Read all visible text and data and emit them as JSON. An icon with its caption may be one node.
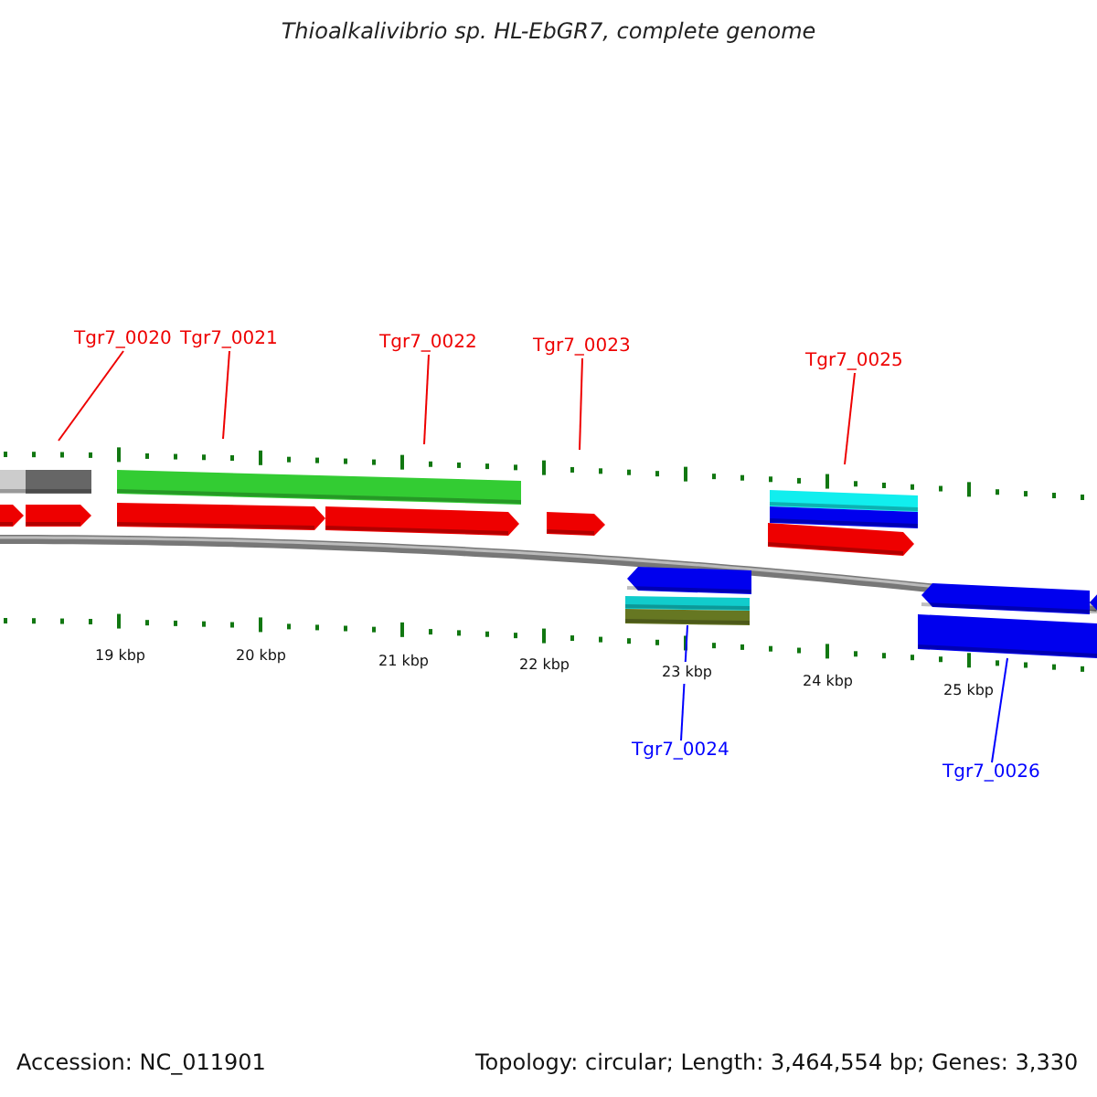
{
  "diagram": {
    "title": "Thioalkalivibrio sp. HL-EbGR7, complete genome",
    "nodes": [
      {
        "text": [
          "Tgr7_0020"
        ]
      },
      {
        "text": [
          "Tgr7_0021"
        ]
      },
      {
        "text": [
          "Tgr7_0022"
        ]
      },
      {
        "text": [
          "Tgr7_0023"
        ]
      },
      {
        "text": [
          "Tgr7_0025"
        ]
      },
      {
        "text": [
          "Tgr7_0024"
        ]
      },
      {
        "text": [
          "Tgr7_0026"
        ]
      },
      {
        "text": [],
        "shape": "bar"
      },
      {
        "text": [],
        "shape": "bar"
      }
    ],
    "edges": [
      {
        "from": 0,
        "to": null,
        "arrow": "none"
      },
      {
        "from": 1,
        "to": null,
        "arrow": "none"
      },
      {
        "from": 2,
        "to": null,
        "arrow": "none"
      },
      {
        "from": 3,
        "to": null,
        "arrow": "none"
      },
      {
        "from": 4,
        "to": null,
        "arrow": "none"
      },
      {
        "from": 5,
        "to": 7,
        "arrow": "none",
        "color": "#0000ff"
      },
      {
        "from": 6,
        "to": 8,
        "arrow": "none",
        "color": "#0000ff"
      }
    ],
    "labels": [
      "19 kbp",
      "20 kbp",
      "21 kbp",
      "22 kbp",
      "23 kbp",
      "24 kbp",
      "25 kbp",
      "Accession: NC_011901",
      "Topology: circular; Length: 3,464,554 bp; Genes: 3,330"
    ]
  }
}
